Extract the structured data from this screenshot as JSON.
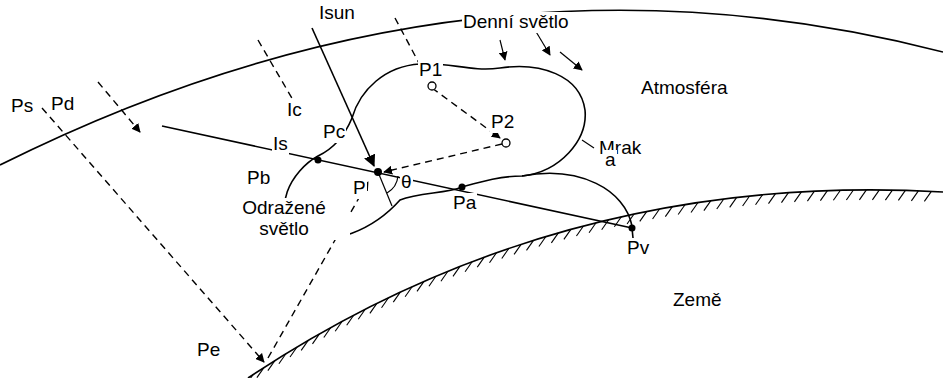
{
  "diagram": {
    "labels": [
      "Isun",
      "Denní světlo",
      "Atmosféra",
      "Ps",
      "Pd",
      "Ic",
      "Pc",
      "P1",
      "P2",
      "Mrak",
      "Is",
      "Pb",
      "P",
      "θ",
      "Pa",
      "a",
      "Pv",
      "Odražené světlo",
      "Pe",
      "Země"
    ]
  }
}
